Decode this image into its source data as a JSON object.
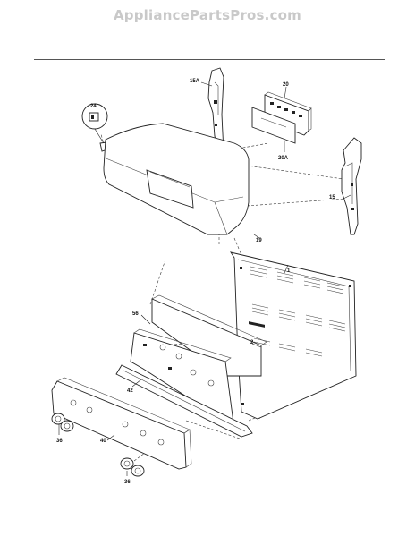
{
  "header": {
    "site_name": "AppliancePartsPros.com"
  },
  "part_labels": {
    "p15a": "15A",
    "p20": "20",
    "p20a": "20A",
    "p24": "24",
    "p19": "19",
    "p15": "15",
    "p1": "1",
    "p56": "56",
    "p2": "2",
    "p42": "42",
    "p36a": "36",
    "p40": "40",
    "p36b": "36"
  }
}
